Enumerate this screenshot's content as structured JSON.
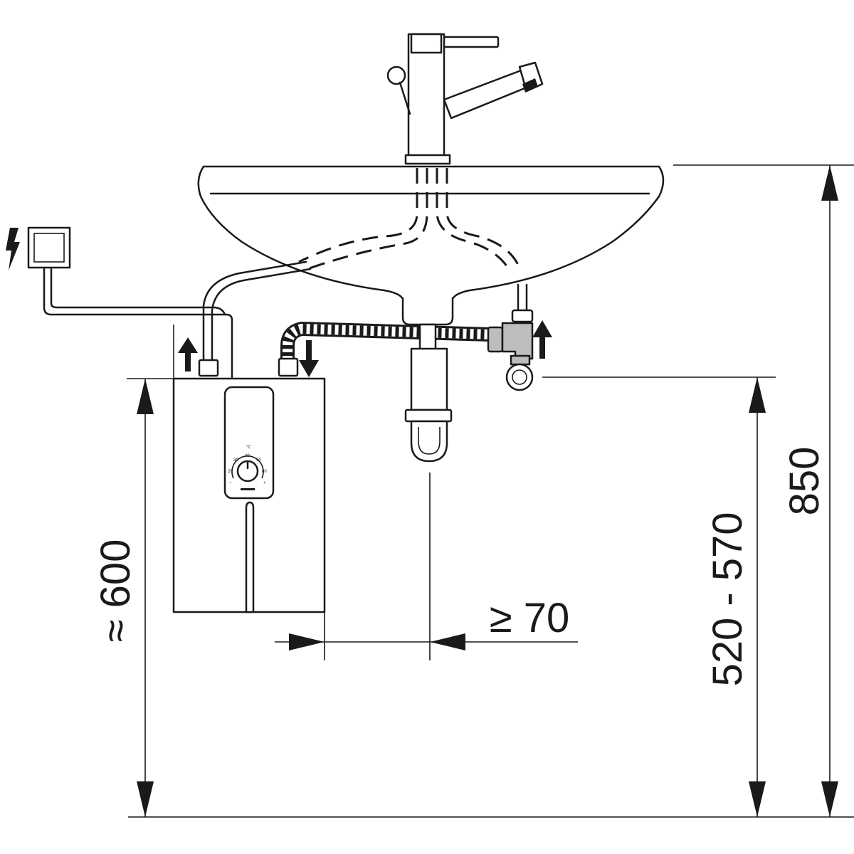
{
  "diagram": {
    "dimensions": {
      "height_heater": "≈ 600",
      "height_valve": "520 - 570",
      "height_basin": "850",
      "clearance_drain": "≥ 70"
    },
    "dial_scale": {
      "unit": "°C",
      "ticks": [
        "20",
        "30",
        "40",
        "50",
        "60"
      ],
      "minus": "–",
      "plus": "+"
    },
    "colors": {
      "line": "#1a1a1a",
      "background": "#ffffff",
      "fitting_fill": "#bdbdbd"
    },
    "icons": [
      "lightning-icon",
      "flow-up-arrow-icon",
      "flow-down-arrow-icon"
    ]
  }
}
